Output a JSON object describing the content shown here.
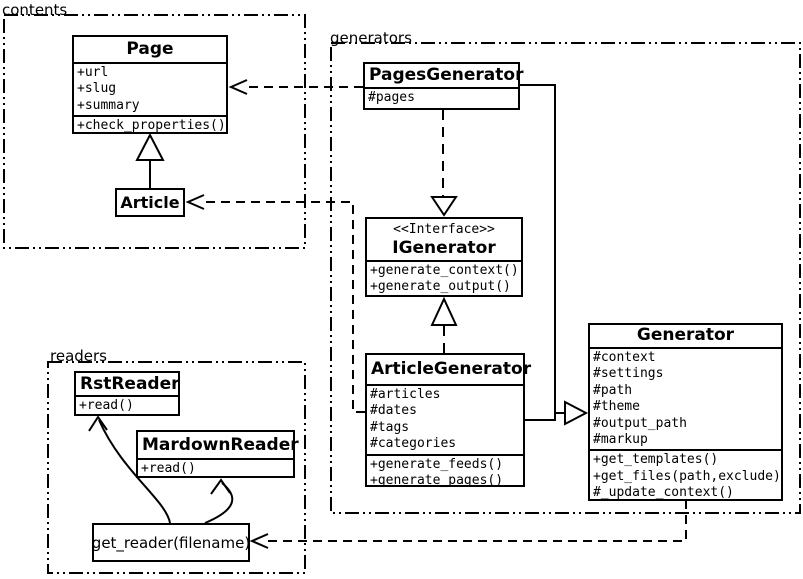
{
  "diagram_title": "UML class diagram",
  "colors": {
    "line": "#000000",
    "background": "#ffffff"
  },
  "packages": {
    "contents": {
      "label": "contents"
    },
    "generators": {
      "label": "generators"
    },
    "readers": {
      "label": "readers"
    }
  },
  "classes": {
    "page": {
      "title": "Page",
      "attributes": [
        "+url",
        "+slug",
        "+summary"
      ],
      "methods": [
        "+check_properties()"
      ]
    },
    "article": {
      "title": "Article"
    },
    "pages_generator": {
      "title": "PagesGenerator",
      "attributes": [
        "#pages"
      ]
    },
    "igenerator": {
      "stereotype": "<<Interface>>",
      "title": "IGenerator",
      "methods": [
        "+generate_context()",
        "+generate_output()"
      ]
    },
    "article_generator": {
      "title": "ArticleGenerator",
      "attributes": [
        "#articles",
        "#dates",
        "#tags",
        "#categories"
      ],
      "methods": [
        "+generate_feeds()",
        "+generate_pages()"
      ]
    },
    "generator": {
      "title": "Generator",
      "attributes": [
        "#context",
        "#settings",
        "#path",
        "#theme",
        "#output_path",
        "#markup"
      ],
      "methods": [
        "+get_templates()",
        "+get_files(path,exclude)",
        "#_update_context()"
      ]
    },
    "rst_reader": {
      "title": "RstReader",
      "methods": [
        "+read()"
      ]
    },
    "mardown_reader": {
      "title": "MardownReader",
      "methods": [
        "+read()"
      ]
    },
    "get_reader": {
      "title": "get_reader(filename)"
    }
  },
  "relationships": [
    {
      "from": "Article",
      "to": "Page",
      "type": "generalization",
      "line": "solid"
    },
    {
      "from": "PagesGenerator",
      "to": "Page",
      "type": "dependency",
      "line": "dashed"
    },
    {
      "from": "ArticleGenerator",
      "to": "Article",
      "type": "dependency",
      "line": "dashed"
    },
    {
      "from": "PagesGenerator",
      "to": "IGenerator",
      "type": "realization",
      "line": "dashed"
    },
    {
      "from": "ArticleGenerator",
      "to": "IGenerator",
      "type": "realization",
      "line": "dashed"
    },
    {
      "from": "PagesGenerator",
      "to": "Generator",
      "type": "generalization",
      "line": "solid"
    },
    {
      "from": "ArticleGenerator",
      "to": "Generator",
      "type": "generalization",
      "line": "solid"
    },
    {
      "from": "Generator",
      "to": "get_reader(filename)",
      "type": "dependency",
      "line": "dashed"
    },
    {
      "from": "get_reader(filename)",
      "to": "RstReader",
      "type": "arrow",
      "line": "curved"
    },
    {
      "from": "get_reader(filename)",
      "to": "MardownReader",
      "type": "arrow",
      "line": "curved"
    }
  ]
}
